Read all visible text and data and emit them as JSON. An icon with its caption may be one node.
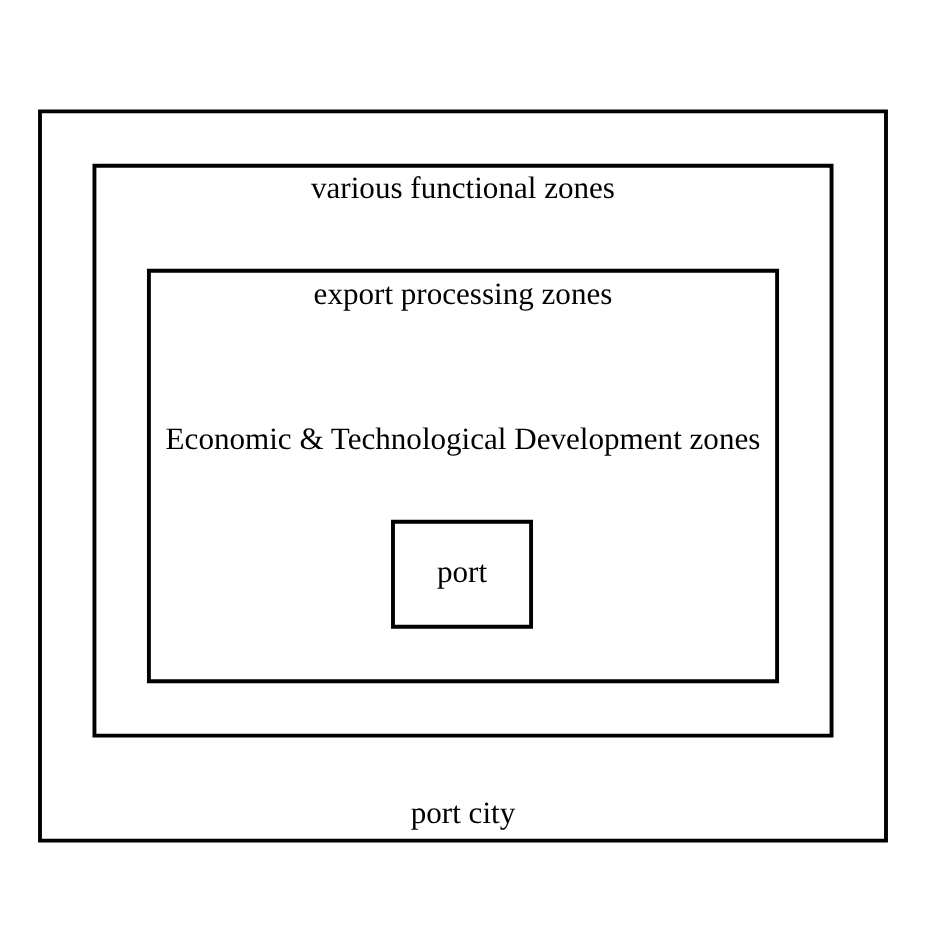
{
  "diagram": {
    "nodes": [
      {
        "text": [
          "port city"
        ]
      },
      {
        "text": [
          "various functional zones"
        ],
        "in": 0
      },
      {
        "text": [
          "export processing zones",
          "Economic & Technological Development zones"
        ],
        "in": 1
      },
      {
        "text": [
          "port"
        ],
        "in": 2
      }
    ]
  }
}
